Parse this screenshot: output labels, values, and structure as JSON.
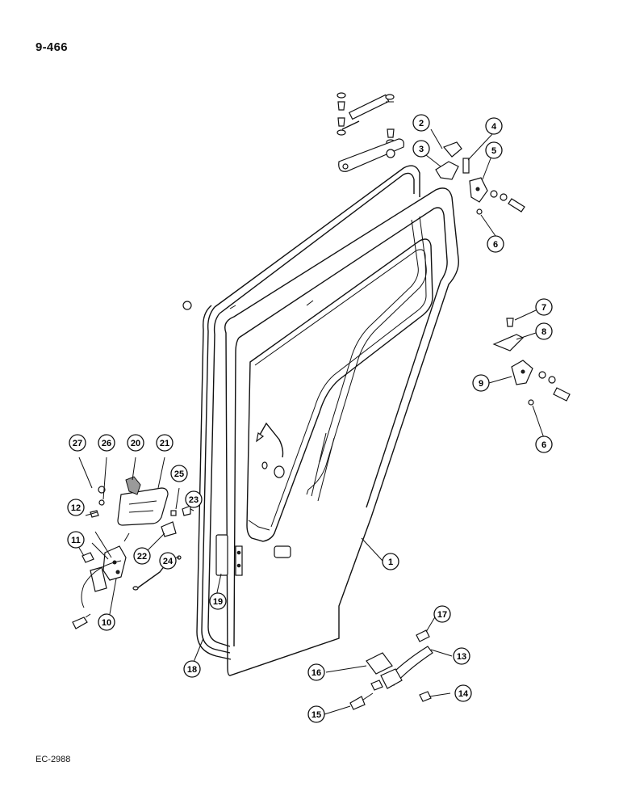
{
  "header": {
    "page_number": "9-466"
  },
  "footer": {
    "figure_code": "EC-2988"
  },
  "callouts": [
    "1",
    "2",
    "3",
    "4",
    "5",
    "6",
    "6",
    "7",
    "8",
    "9",
    "10",
    "11",
    "12",
    "13",
    "14",
    "15",
    "16",
    "17",
    "18",
    "19",
    "20",
    "21",
    "22",
    "23",
    "24",
    "25",
    "26",
    "27"
  ]
}
